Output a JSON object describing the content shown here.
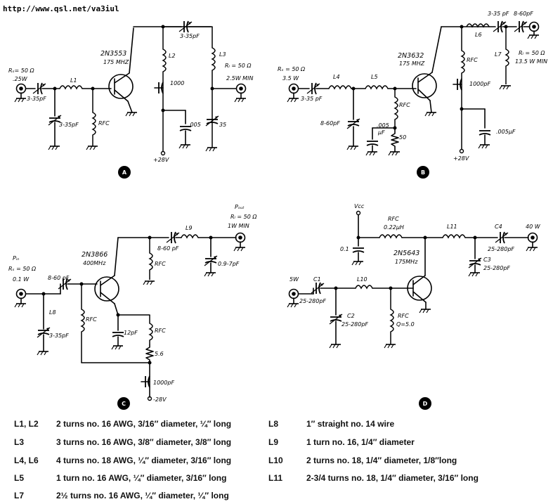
{
  "header": {
    "url": "http://www.qsl.net/va3iul"
  },
  "circuits": {
    "A": {
      "marker": "A",
      "transistor": "2N3553",
      "freq": "175 MHZ",
      "rs": "Rₛ= 50 Ω",
      "pin": ".25W",
      "c_in": "3-35pF",
      "l1": "L1",
      "c_shunt": "3-35pF",
      "rfc": "RFC",
      "vcc": "+28V",
      "l2": "L2",
      "c1000": "1000",
      "c005": ".005",
      "l3": "L3",
      "c35": "35",
      "c_top": "3-35pF",
      "rl": "Rₗ = 50 Ω",
      "pout": "2.5W MIN"
    },
    "B": {
      "marker": "B",
      "transistor": "2N3632",
      "freq": "175 MHZ",
      "rs": "Rₛ = 50 Ω",
      "pin": "3.5 W",
      "c_in": "3-35 pF",
      "l4": "L4",
      "l5": "L5",
      "c_shunt": "8-60pF",
      "rfc_b": "RFC",
      "c005": ".005",
      "uf": "μF",
      "r50": "50",
      "rfc": "RFC",
      "c1000": "1000pF",
      "c005b": ".005μF",
      "vcc": "+28V",
      "l6": "L6",
      "c335": "3-35 pF",
      "c860": "8-60pF",
      "l7": "L7",
      "rl": "Rₗ = 50 Ω",
      "pout": "13.5 W MIN"
    },
    "C": {
      "marker": "C",
      "transistor": "2N3866",
      "freq": "400MHz",
      "pin_lbl": "Pᵢₙ",
      "rs": "Rₛ = 50 Ω",
      "pin": "0.1 W",
      "c_in": "8-60 pF",
      "l8": "L8",
      "c335": "3-35pF",
      "rfc_b": "RFC",
      "rfc_c": "RFC",
      "c860": "8-60 pF",
      "l9": "L9",
      "c097": "0.9-7pF",
      "pout_lbl": "Pₒᵤₜ",
      "rl": "Rₗ = 50 Ω",
      "pout": "1W MIN",
      "c12": "12pF",
      "rfc_e": "RFC",
      "r56": "5.6",
      "c1000": "1000pF",
      "vee": "-28V"
    },
    "D": {
      "marker": "D",
      "vcc": "Vᴄᴄ",
      "c01": "0.1",
      "rfc_lbl": "RFC",
      "rfc_val": "0.22μH",
      "l11": "L11",
      "c4": "C4",
      "pout": "40 W",
      "c4_val": "25-280pF",
      "c3": "C3",
      "c3_val": "25-280pF",
      "transistor": "2N5643",
      "freq": "175MHz",
      "pin": "5W",
      "c1": "C1",
      "c1_val": "25-280pF",
      "l10": "L10",
      "c2": "C2",
      "c2_val": "25-280pF",
      "rfc_b": "RFC",
      "q": "Q=5.0"
    }
  },
  "notes": {
    "left": [
      {
        "key": "L1, L2",
        "value": "2 turns no. 16 AWG, 3/16″ diameter, ¼″ long"
      },
      {
        "key": "L3",
        "value": "3 turns no. 16 AWG, 3/8″ diameter, 3/8″ long"
      },
      {
        "key": "L4,  L6",
        "value": "4 turns no. 18 AWG, ¼″ diameter, 3/16″ long"
      },
      {
        "key": "L5",
        "value": "1 turn no. 16 AWG, ¼″ diameter, 3/16″ long"
      },
      {
        "key": "L7",
        "value": "2½ turns no. 16 AWG, ¼″ diameter, ¼″ long"
      }
    ],
    "right": [
      {
        "key": "L8",
        "value": "1″ straight no. 14 wire"
      },
      {
        "key": "L9",
        "value": "1 turn no. 16, 1/4″ diameter"
      },
      {
        "key": "L10",
        "value": "2 turns no. 18, 1/4″ diameter, 1/8″long"
      },
      {
        "key": "L11",
        "value": "2-3/4 turns no. 18, 1/4″ diameter, 3/16″ long"
      }
    ]
  }
}
